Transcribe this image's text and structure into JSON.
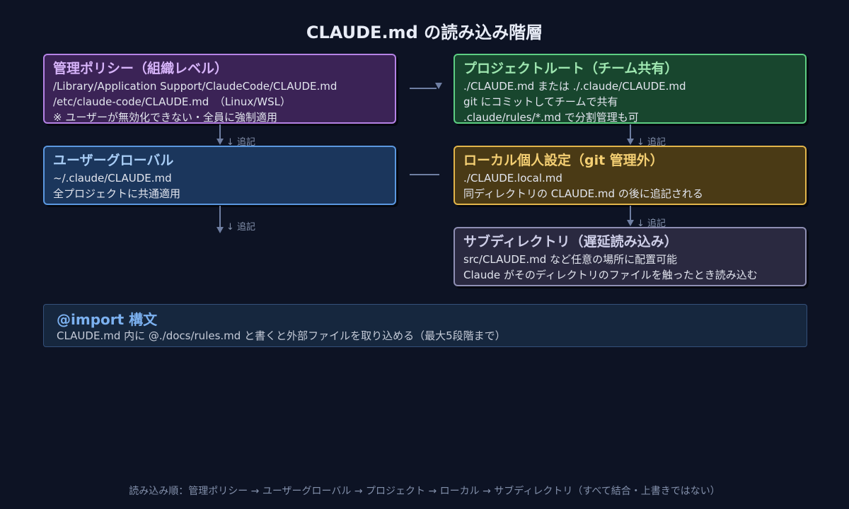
{
  "title": "CLAUDE.md の読み込み階層",
  "boxes": {
    "policy": {
      "title": "管理ポリシー（組織レベル）",
      "lines": [
        "/Library/Application Support/ClaudeCode/CLAUDE.md",
        "/etc/claude-code/CLAUDE.md　（Linux/WSL）",
        "※ ユーザーが無効化できない・全員に強制適用"
      ]
    },
    "user": {
      "title": "ユーザーグローバル",
      "lines": [
        "~/.claude/CLAUDE.md",
        "全プロジェクトに共通適用"
      ]
    },
    "project": {
      "title": "プロジェクトルート（チーム共有）",
      "lines": [
        "./CLAUDE.md  または  ./.claude/CLAUDE.md",
        "git にコミットしてチームで共有",
        ".claude/rules/*.md で分割管理も可"
      ]
    },
    "local": {
      "title": "ローカル個人設定（git 管理外）",
      "lines": [
        "./CLAUDE.local.md",
        "同ディレクトリの CLAUDE.md の後に追記される"
      ]
    },
    "subdir": {
      "title": "サブディレクトリ（遅延読み込み）",
      "lines": [
        "src/CLAUDE.md  など任意の場所に配置可能",
        "Claude がそのディレクトリのファイルを触ったとき読み込む"
      ]
    }
  },
  "connector_label": "↓ 追記",
  "import": {
    "title": "@import 構文",
    "text": "CLAUDE.md 内に  @./docs/rules.md  と書くと外部ファイルを取り込める（最大5段階まで）"
  },
  "footer": "読み込み順：管理ポリシー → ユーザーグローバル → プロジェクト → ローカル → サブディレクトリ（すべて結合・上書きではない）",
  "colors": {
    "background": "#0d1324",
    "policy": "#b583e6",
    "user": "#5b98e0",
    "project": "#5dcf83",
    "local": "#e2b54a",
    "subdir": "#8f8fb4",
    "arrow": "#6f7fa3"
  }
}
